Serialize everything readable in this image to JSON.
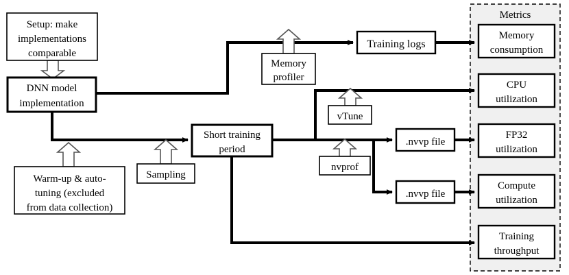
{
  "diagram": {
    "title_visible": false,
    "colors": {
      "line": "#000000",
      "box_fill": "#ffffff",
      "panel_fill": "#f0f0f0",
      "panel_border": "#000000",
      "text": "#000000"
    },
    "panel": {
      "label": "Metrics",
      "border_style": "dashed"
    },
    "boxes": {
      "setup": {
        "lines": [
          "Setup: make",
          "implementations",
          "comparable"
        ]
      },
      "dnn_model": {
        "lines": [
          "DNN model",
          "implementation"
        ]
      },
      "warmup": {
        "lines": [
          "Warm-up & auto-",
          "tuning (excluded",
          "from data collection)"
        ]
      },
      "sampling": {
        "lines": [
          "Sampling"
        ]
      },
      "short_training": {
        "lines": [
          "Short training",
          "period"
        ]
      },
      "memory_profiler": {
        "lines": [
          "Memory",
          "profiler"
        ]
      },
      "vtune": {
        "lines": [
          "vTune"
        ]
      },
      "nvprof": {
        "lines": [
          "nvprof"
        ]
      },
      "training_logs": {
        "lines": [
          "Training logs"
        ]
      },
      "nvvp_file_1": {
        "lines": [
          ".nvvp file"
        ]
      },
      "nvvp_file_2": {
        "lines": [
          ".nvvp file"
        ]
      },
      "metric_memory": {
        "lines": [
          "Memory",
          "consumption"
        ]
      },
      "metric_cpu": {
        "lines": [
          "CPU",
          "utilization"
        ]
      },
      "metric_fp32": {
        "lines": [
          "FP32",
          "utilization"
        ]
      },
      "metric_compute": {
        "lines": [
          "Compute",
          "utilization"
        ]
      },
      "metric_throughput": {
        "lines": [
          "Training",
          "throughput"
        ]
      }
    },
    "flow": {
      "description": "DNN model implementation feeds training logs and short training period; profilers annotate edges; outputs land in Metrics panel.",
      "edges": [
        {
          "from": "setup",
          "to": "dnn_model",
          "arrow": "hollow"
        },
        {
          "from": "warmup",
          "to": "dnn_model",
          "arrow": "hollow"
        },
        {
          "from": "warmup",
          "to": "short_training_edge",
          "arrow": "hollow"
        },
        {
          "from": "sampling",
          "to": "short_training_edge",
          "arrow": "hollow"
        },
        {
          "from": "memory_profiler",
          "to": "training_logs_edge",
          "arrow": "hollow"
        },
        {
          "from": "vtune",
          "to": "cpu_edge",
          "arrow": "hollow"
        },
        {
          "from": "nvprof",
          "to": "nvvp_edge",
          "arrow": "hollow"
        },
        {
          "from": "dnn_model",
          "to": "training_logs",
          "arrow": "solid"
        },
        {
          "from": "dnn_model",
          "to": "short_training",
          "arrow": "solid"
        },
        {
          "from": "training_logs",
          "to": "metric_memory",
          "arrow": "solid"
        },
        {
          "from": "short_training",
          "to": "metric_cpu",
          "arrow": "solid"
        },
        {
          "from": "short_training",
          "to": "nvvp_file_1",
          "arrow": "solid"
        },
        {
          "from": "short_training",
          "to": "nvvp_file_2",
          "arrow": "solid"
        },
        {
          "from": "short_training",
          "to": "metric_throughput",
          "arrow": "solid"
        },
        {
          "from": "nvvp_file_1",
          "to": "metric_fp32",
          "arrow": "solid"
        },
        {
          "from": "nvvp_file_2",
          "to": "metric_compute",
          "arrow": "solid"
        }
      ]
    }
  }
}
